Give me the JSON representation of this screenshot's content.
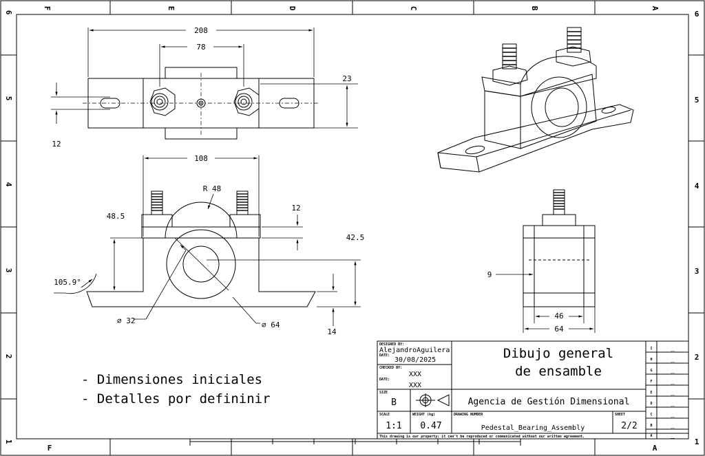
{
  "zones": {
    "columns": [
      "F",
      "E",
      "D",
      "C",
      "B",
      "A"
    ],
    "rows": [
      "6",
      "5",
      "4",
      "3",
      "2",
      "1"
    ]
  },
  "dimensions": {
    "top_overall": "208",
    "top_bolt_spacing": "78",
    "top_height": "23",
    "top_slot": "12",
    "front_width": "108",
    "radius": "R 48",
    "cap_height": "12",
    "left_height": "48.5",
    "center_height": "42.5",
    "angle": "105.9°",
    "bore": "∅ 32",
    "outer": "∅ 64",
    "base_thickness": "14",
    "side_slot": "9",
    "side_inner": "46",
    "side_outer": "64"
  },
  "notes": [
    "- Dimensiones iniciales",
    "- Detalles por defininir"
  ],
  "title_block": {
    "designed_by_label": "DESIGNED BY:",
    "designer": "AlejandroAguilera",
    "date_label": "DATE:",
    "date": "30/08/2025",
    "checked_by_label": "CHECKED BY:",
    "checked_by": "XXX",
    "date2_label": "DATE:",
    "date2": "XXX",
    "size_label": "SIZE",
    "size": "B",
    "scale_label": "SCALE",
    "scale": "1:1",
    "weight_label": "WEIGHT (kg)",
    "weight": "0.47",
    "drawing_number_label": "DRAWING NUMBER",
    "drawing_number": "Pedestal_Bearing_Assembly",
    "sheet_label": "SHEET",
    "sheet": "2/2",
    "title_line1": "Dibujo general",
    "title_line2": "de ensamble",
    "company": "Agencia de Gestión Dimensional",
    "disclaimer": "This drawing is our property; it can't be reproduced or communicated without our written agreement.",
    "rev_letters": [
      "I",
      "H",
      "G",
      "F",
      "E",
      "D",
      "C",
      "B",
      "A"
    ],
    "rev_values": [
      "_",
      "_",
      "_",
      "_",
      "_",
      "_",
      "_",
      "_",
      "_"
    ]
  }
}
